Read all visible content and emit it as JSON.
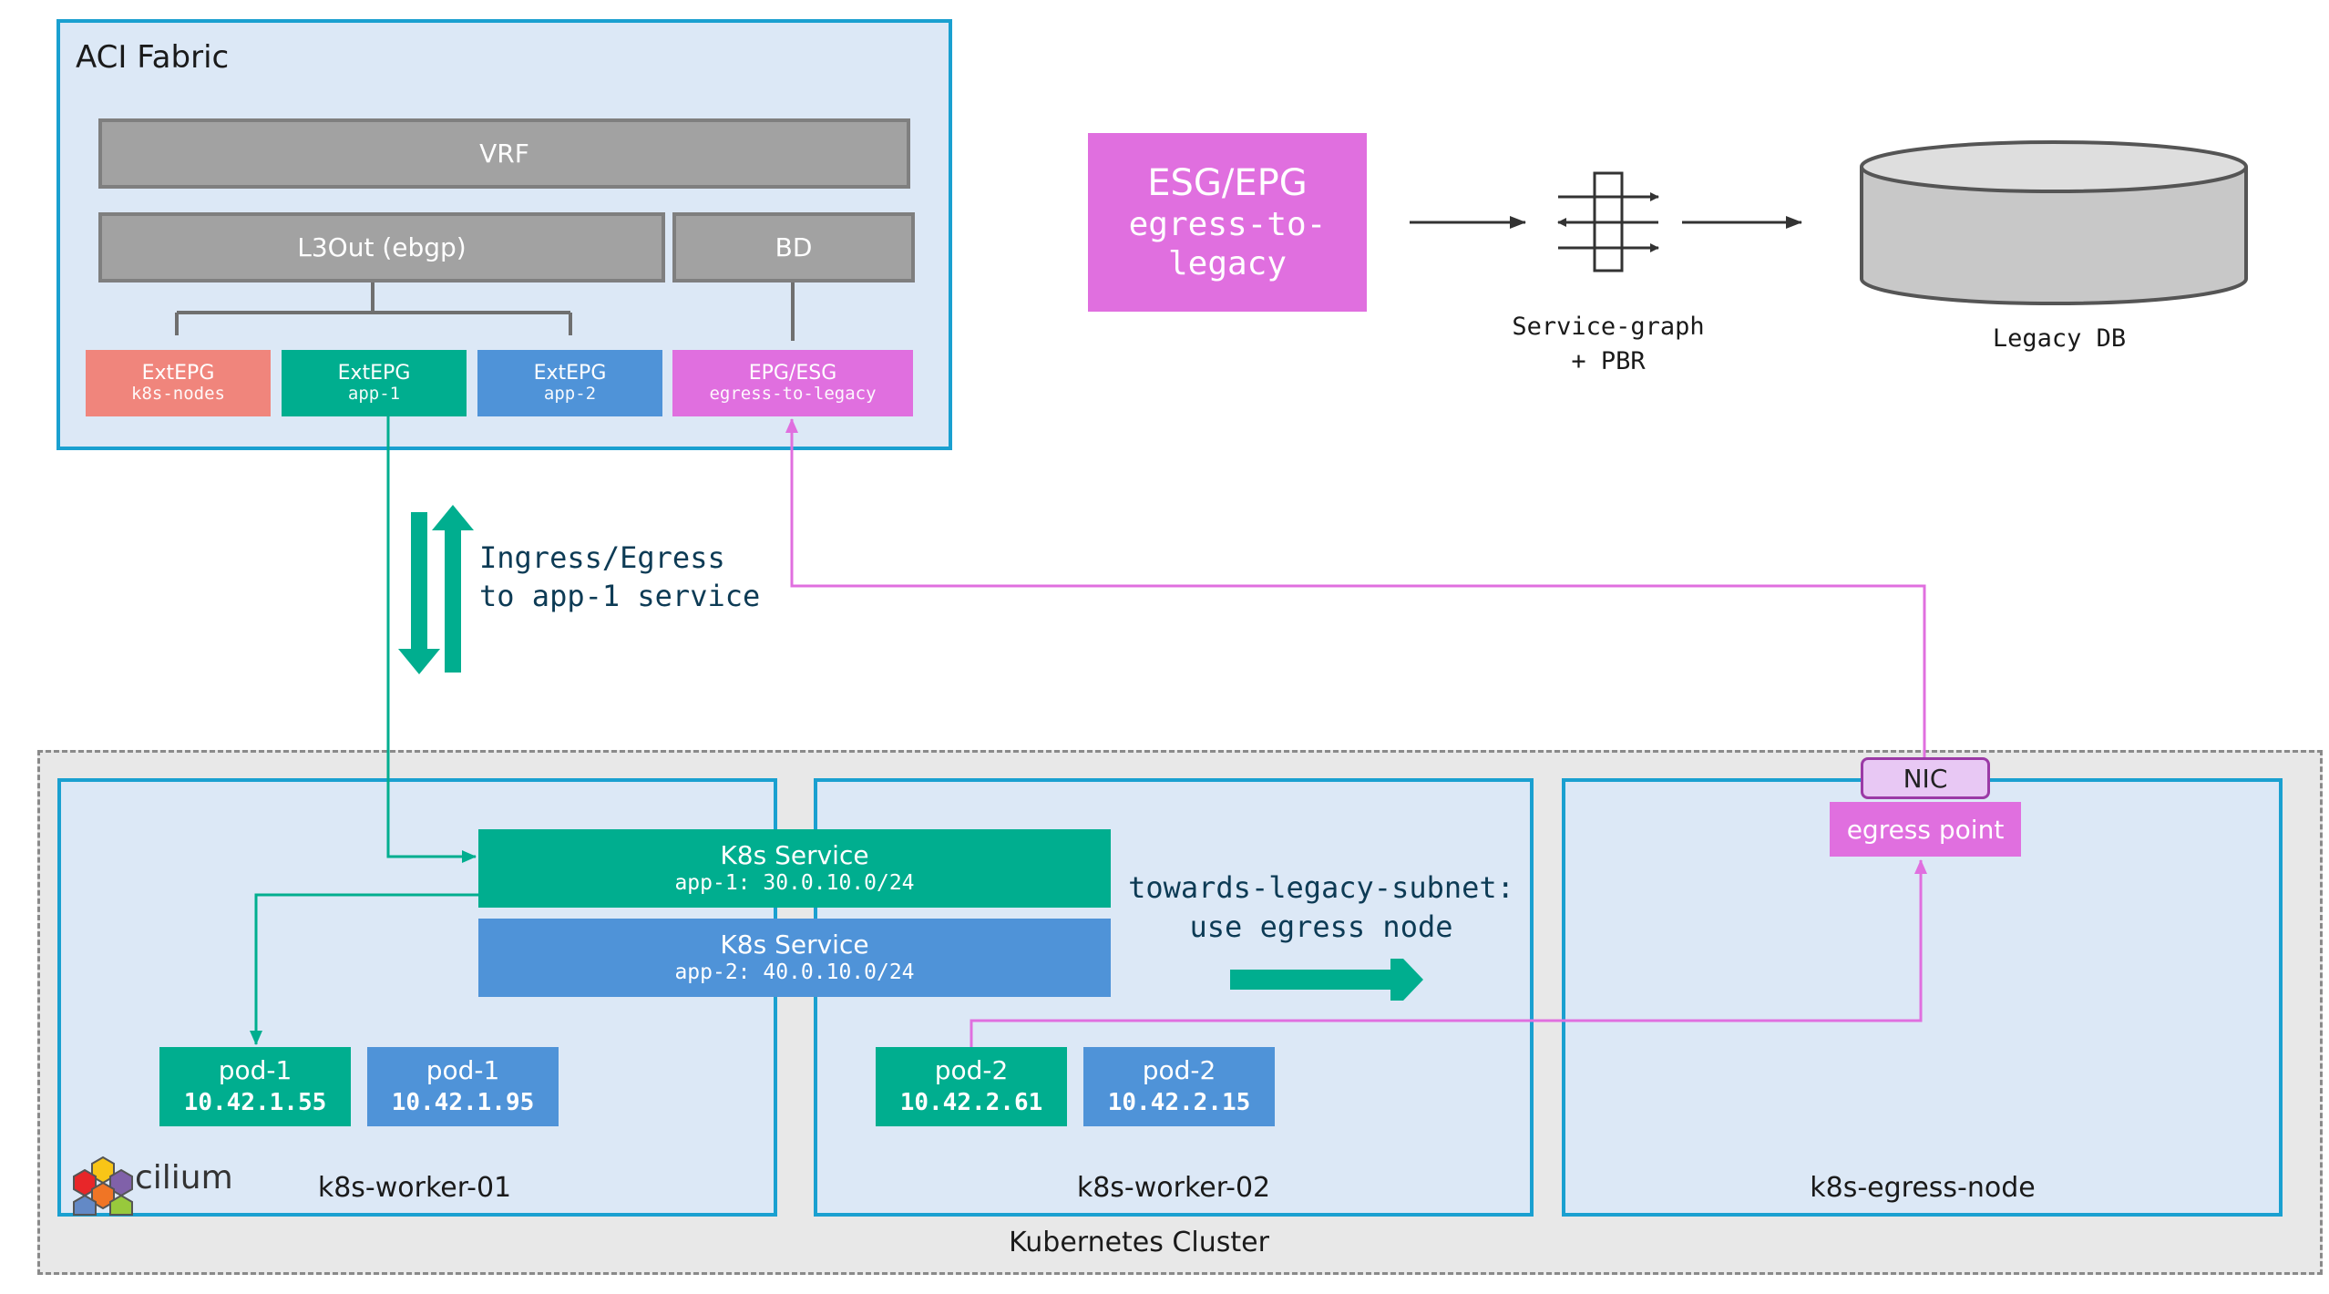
{
  "aci": {
    "title": "ACI Fabric",
    "vrf": "VRF",
    "l3out": "L3Out (ebgp)",
    "bd": "BD",
    "extepg_nodes": {
      "title": "ExtEPG",
      "sub": "k8s-nodes"
    },
    "extepg_app1": {
      "title": "ExtEPG",
      "sub": "app-1"
    },
    "extepg_app2": {
      "title": "ExtEPG",
      "sub": "app-2"
    },
    "epg_esg": {
      "title": "EPG/ESG",
      "sub": "egress-to-legacy"
    }
  },
  "esg_box": {
    "title": "ESG/EPG",
    "line1": "egress-to-",
    "line2": "legacy"
  },
  "service_graph": {
    "line1": "Service-graph",
    "line2": "+ PBR"
  },
  "legacy_db": "Legacy DB",
  "ingress_label": {
    "line1": "Ingress/Egress",
    "line2": "to app-1 service"
  },
  "cluster": {
    "label": "Kubernetes Cluster",
    "worker1": "k8s-worker-01",
    "worker2": "k8s-worker-02",
    "egress_node": "k8s-egress-node",
    "cilium": "cilium",
    "svc1": {
      "title": "K8s Service",
      "sub": "app-1: 30.0.10.0/24"
    },
    "svc2": {
      "title": "K8s Service",
      "sub": "app-2: 40.0.10.0/24"
    },
    "towards": {
      "line1": "towards-legacy-subnet:",
      "line2": "use egress node"
    },
    "nic": "NIC",
    "egress_point": "egress point",
    "pods": [
      {
        "name": "pod-1",
        "ip": "10.42.1.55"
      },
      {
        "name": "pod-1",
        "ip": "10.42.1.95"
      },
      {
        "name": "pod-2",
        "ip": "10.42.2.61"
      },
      {
        "name": "pod-2",
        "ip": "10.42.2.15"
      }
    ]
  },
  "colors": {
    "teal": "#00ae8f",
    "blue": "#4f93d8",
    "salmon": "#f0857c",
    "magenta": "#e06fdf",
    "panel_bg": "#dce8f6",
    "panel_border": "#1aa0d0",
    "grey": "#a2a2a2",
    "dark_text": "#0d3b55"
  }
}
